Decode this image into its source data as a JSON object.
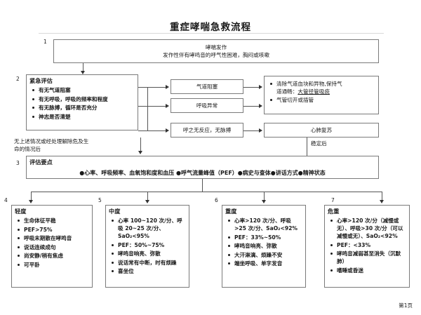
{
  "document": {
    "title": "重症哮喘急救流程",
    "footer": "第1页"
  },
  "step_numbers": {
    "n1": "1",
    "n2": "2",
    "n3": "3",
    "n4": "4",
    "n5": "5",
    "n6": "6",
    "n7": "7"
  },
  "nodes": {
    "onset": {
      "line1": "哮喘发作",
      "line2": "发作性伴有哮鸣音的呼气性困难，胸闷或咳嗽"
    },
    "emergency_assessment": {
      "header": "紧急评估",
      "items": [
        "有无气道阻塞",
        "有无呼吸，呼吸的频率和程度",
        "有无脉搏，循环是否充分",
        "神志是否清楚"
      ]
    },
    "airway_obstruction": {
      "label": "气道阻塞"
    },
    "abnormal_breathing": {
      "label": "呼吸异常"
    },
    "no_response": {
      "label": "呼之无反应，无脉搏"
    },
    "airway_treatment": {
      "item1_a": "清除气道血块和异物,保持气",
      "item1_b": "道通畅：",
      "item1_link": "大管径管吸痰",
      "item2": "气管切开或插管"
    },
    "cpr": {
      "label": "心肺复苏"
    },
    "assessment_points": {
      "header": "评估要点",
      "inline": "●心率、呼吸频率、血氧饱和度和血压 ●呼气流量峰值（PEF）●病史与查体●讲话方式●精神状态"
    }
  },
  "connector_labels": {
    "no_critical": "无上述情况或经处理解除危及生\n命的情况后",
    "after_stable": "稳定后"
  },
  "severity": [
    {
      "id": "mild",
      "header": "轻度",
      "items": [
        "生命体征平稳",
        "PEF>75%",
        "呼吸末期散在哮鸣音",
        "说话连续成句",
        "尚安静/稍有焦虑",
        "可平卧"
      ]
    },
    {
      "id": "moderate",
      "header": "中度",
      "items": [
        "心率 100~120 次/分、呼吸 20~25 次/分、SaO₂<95%",
        "PEF：50%~75%",
        "哮鸣音响亮、弥散",
        "说话常有中断，时有烦躁",
        "喜坐位"
      ]
    },
    {
      "id": "severe",
      "header": "重度",
      "items": [
        "心率>120 次/分、呼吸>25 次/分、SaO₂<92%",
        "PEF：33%~50%",
        "哮鸣音响亮、弥散",
        "大汗淋漓、烦躁不安",
        "端坐呼吸、单字发音"
      ]
    },
    {
      "id": "critical",
      "header": "危重",
      "items": [
        "心率>120 次/分（减慢或无）、呼吸>30 次/分（可以减慢或无）、SaO₂<92%",
        "PEF：<33%",
        "哮鸣音减弱甚至消失（沉默肺）",
        "嗜睡或昏迷"
      ]
    }
  ],
  "colors": {
    "border": "#7a7a7a",
    "line": "#555555",
    "text": "#1a1a1a",
    "page_background": "#ffffff"
  }
}
